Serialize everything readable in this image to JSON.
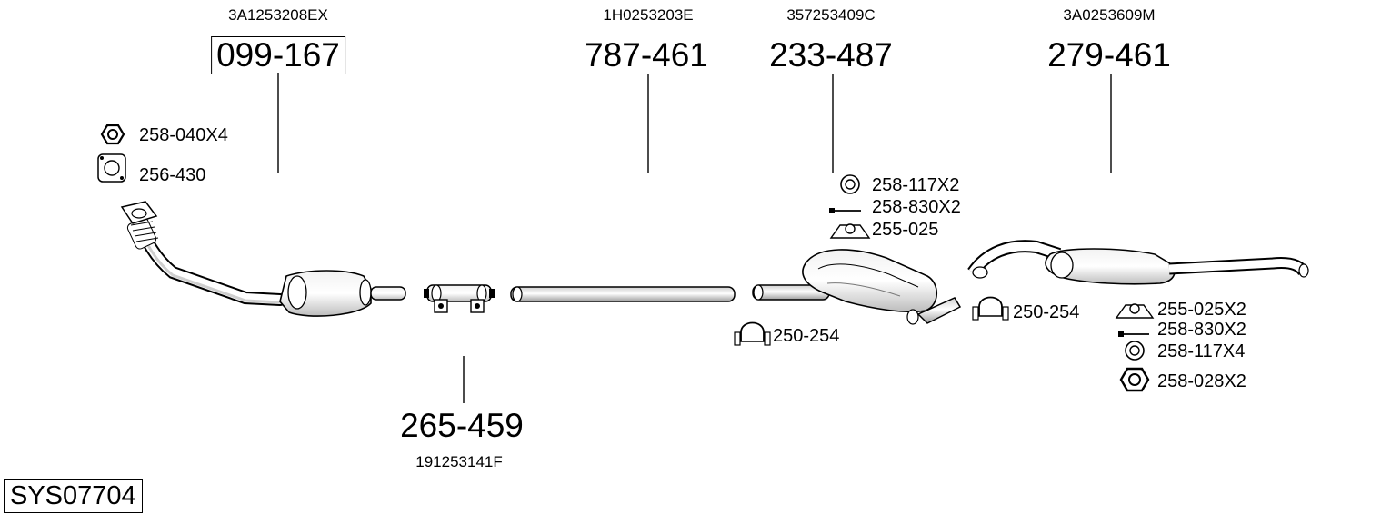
{
  "system_code": "SYS07704",
  "parts": [
    {
      "id": "p1",
      "oem": "3A1253208EX",
      "number": "099-167",
      "boxed": true
    },
    {
      "id": "p2",
      "oem": "1H0253203E",
      "number": "787-461",
      "boxed": false
    },
    {
      "id": "p3",
      "oem": "357253409C",
      "number": "233-487",
      "boxed": false
    },
    {
      "id": "p4",
      "oem": "3A0253609M",
      "number": "279-461",
      "boxed": false
    },
    {
      "id": "p5",
      "oem": "191253141F",
      "number": "265-459",
      "boxed": false
    }
  ],
  "accessories": {
    "front": [
      {
        "label": "258-040X4",
        "icon": "hex-nut-icon"
      },
      {
        "label": "256-430",
        "icon": "flange-gasket-icon"
      }
    ],
    "mid": [
      {
        "label": "258-117X2",
        "icon": "ring-washer-icon"
      },
      {
        "label": "258-830X2",
        "icon": "bolt-icon"
      },
      {
        "label": "255-025",
        "icon": "rubber-hanger-icon"
      }
    ],
    "clamp_mid": {
      "label": "250-254",
      "icon": "u-clamp-icon"
    },
    "clamp_rear": {
      "label": "250-254",
      "icon": "u-clamp-icon"
    },
    "rear": [
      {
        "label": "255-025X2",
        "icon": "rubber-hanger-icon"
      },
      {
        "label": "258-830X2",
        "icon": "bolt-icon"
      },
      {
        "label": "258-117X4",
        "icon": "ring-washer-icon"
      },
      {
        "label": "258-028X2",
        "icon": "hex-nut-icon"
      }
    ]
  }
}
